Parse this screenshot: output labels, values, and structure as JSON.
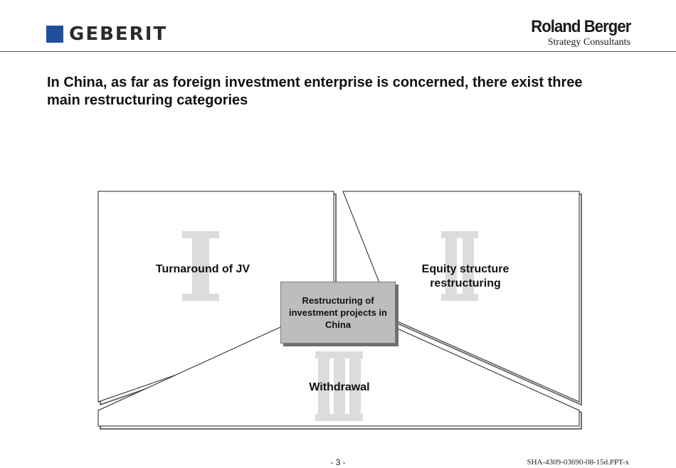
{
  "header": {
    "left_logo_text": "GEBERIT",
    "right_logo_name": "Roland Berger",
    "right_logo_subtitle": "Strategy Consultants"
  },
  "title": "In China, as far as foreign investment enterprise is concerned, there exist three main restructuring categories",
  "diagram": {
    "center": "Restructuring of investment projects in China",
    "quadrants": [
      {
        "numeral": "I",
        "label": "Turnaround of JV"
      },
      {
        "numeral": "II",
        "label": "Equity structure restructuring"
      },
      {
        "numeral": "III",
        "label": "Withdrawal"
      }
    ]
  },
  "footer": {
    "page": "- 3 -",
    "doc_id": "SHA-4309-03690-08-15d.PPT-x"
  },
  "colors": {
    "geberit_blue": "#1f4f9b",
    "center_box": "#bdbdbd",
    "numeral_watermark": "#dcdcdc"
  }
}
